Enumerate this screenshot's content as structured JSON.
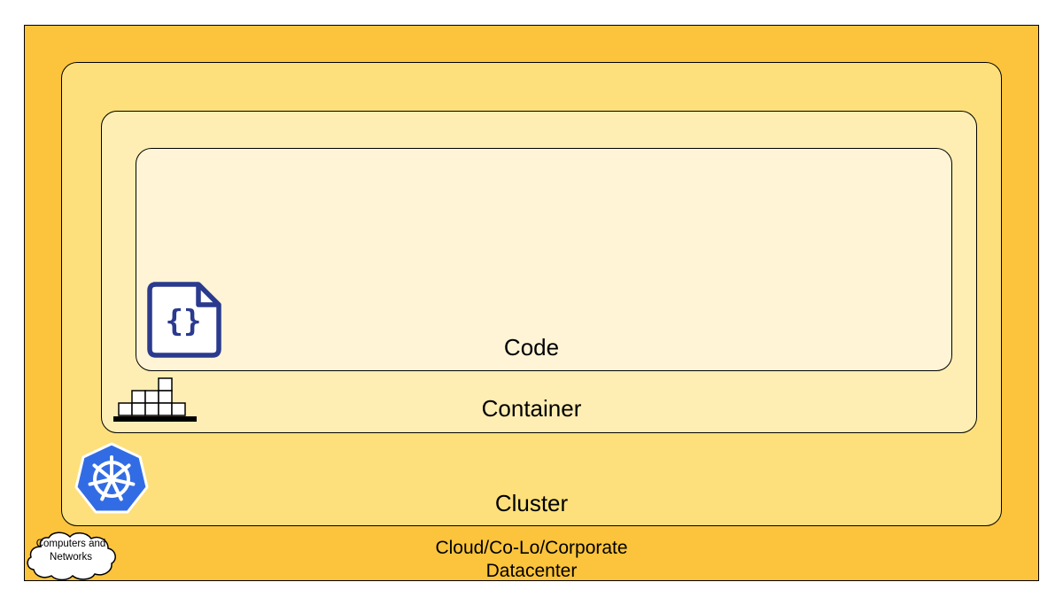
{
  "colors": {
    "datacenter_fill": "#fcc43c",
    "cluster_fill": "#fde07c",
    "container_fill": "#feeeb3",
    "code_fill": "#fff4d6",
    "icon_blue": "#2a3a8e",
    "kubernetes_blue": "#326ce5"
  },
  "layers": {
    "code": {
      "label": "Code",
      "icon": "code-file-icon"
    },
    "container": {
      "label": "Container",
      "icon": "container-stack-icon"
    },
    "cluster": {
      "label": "Cluster",
      "icon": "kubernetes-helm-icon"
    },
    "datacenter": {
      "label_line1": "Cloud/Co-Lo/Corporate",
      "label_line2": "Datacenter",
      "cloud_line1": "Computers and",
      "cloud_line2": "Networks",
      "icon": "cloud-icon"
    }
  }
}
